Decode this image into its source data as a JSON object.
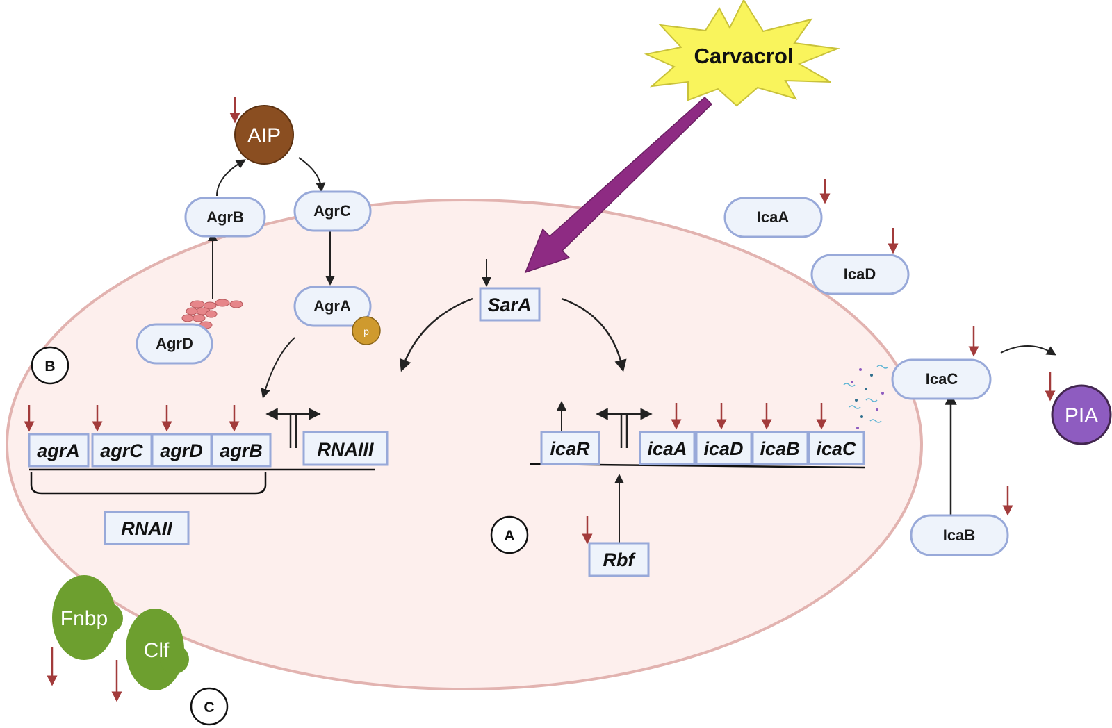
{
  "trigger": {
    "label": "Carvacrol"
  },
  "molecules": {
    "aip": "AIP",
    "pia": "PIA",
    "phospho": "p",
    "fnbp": "Fnbp",
    "clf": "Clf"
  },
  "proteins": {
    "agrB": "AgrB",
    "agrC": "AgrC",
    "agrA": "AgrA",
    "agrD": "AgrD",
    "icaA": "IcaA",
    "icaD": "IcaD",
    "icaC": "IcaC",
    "icaB": "IcaB"
  },
  "genes": {
    "sarA": "SarA",
    "agrA": "agrA",
    "agrC": "agrC",
    "agrD": "agrD",
    "agrB": "agrB",
    "rnaIII": "RNAIII",
    "rnaII": "RNAII",
    "icaR": "icaR",
    "icaA": "icaA",
    "icaD": "icaD",
    "icaB": "icaB",
    "icaC": "icaC",
    "rbf": "Rbf"
  },
  "panels": {
    "a": "A",
    "b": "B",
    "c": "C"
  },
  "colors": {
    "cell_fill": "#fdefed",
    "cell_stroke": "#e2b3b0",
    "box_fill": "#eef3fb",
    "box_stroke": "#98a9d9",
    "down_arrow": "#a23b3b",
    "carvacrol_arrow": "#8e2b83",
    "star_fill": "#f9f45c",
    "aip_fill": "#8a4e21",
    "pia_fill": "#8e5cc0",
    "surface_protein": "#6d9f2f",
    "phospho_fill": "#cf9a2e"
  }
}
